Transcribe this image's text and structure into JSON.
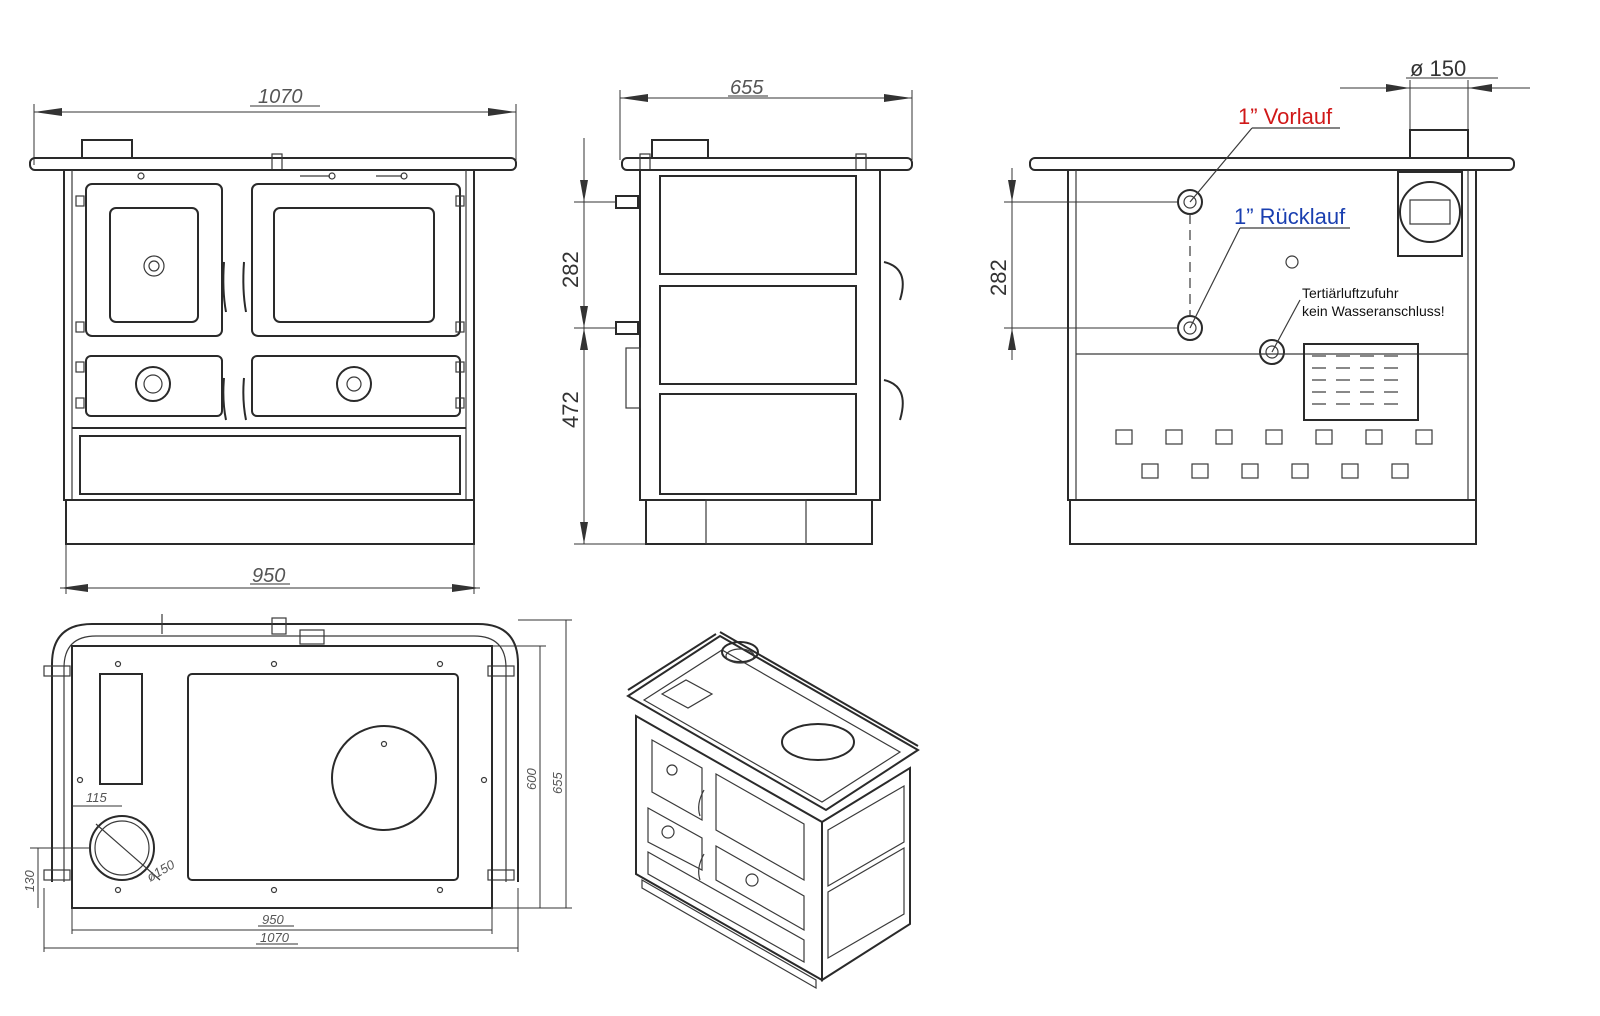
{
  "colors": {
    "line": "#2a2a2a",
    "dimension": "#333333",
    "flow_label": "#d01818",
    "return_label": "#1a3fb0",
    "background": "#ffffff"
  },
  "front_view": {
    "width_top": "1070",
    "width_bottom": "950"
  },
  "side_view": {
    "depth": "655",
    "height_upper": "282",
    "height_lower": "472"
  },
  "back_view": {
    "flue_diameter": "ø 150",
    "height_between_connections": "282",
    "flow_label": "1” Vorlauf",
    "return_label": "1” Rücklauf",
    "air_note_line1": "Tertiärluftzufuhr",
    "air_note_line2": "kein Wasseranschluss!"
  },
  "top_view": {
    "offset_x": "115",
    "flue_diameter": "ø150",
    "offset_y": "130",
    "inner_width": "950",
    "outer_width": "1070",
    "inner_depth": "600",
    "outer_depth": "655"
  }
}
